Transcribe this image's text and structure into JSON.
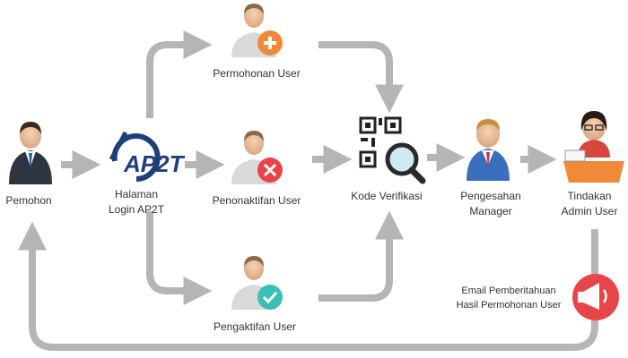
{
  "nodes": {
    "pemohon": {
      "label": "Pemohon"
    },
    "login": {
      "logo_text": "AP2T",
      "line1": "Halaman",
      "line2": "Login AP2T"
    },
    "permohonan": {
      "label": "Permohonan User"
    },
    "penonaktifan": {
      "label": "Penonaktifan User"
    },
    "pengaktifan": {
      "label": "Pengaktifan User"
    },
    "verifikasi": {
      "label": "Kode Verifikasi"
    },
    "manager": {
      "line1": "Pengesahan",
      "line2": "Manager"
    },
    "admin": {
      "line1": "Tindakan",
      "line2": "Admin User"
    },
    "email": {
      "line1": "Email Pemberitahuan",
      "line2": "Hasil Permohonan User"
    }
  },
  "icons": {
    "pemohon": "businessman-icon",
    "permohonan": "user-add-icon",
    "penonaktifan": "user-remove-icon",
    "pengaktifan": "user-check-icon",
    "verifikasi": "qr-search-icon",
    "manager": "manager-icon",
    "admin": "admin-desk-icon",
    "email": "megaphone-icon"
  },
  "colors": {
    "arrow": "#b5b5b5",
    "add_badge": "#f0893a",
    "remove_badge": "#e8454b",
    "check_badge": "#3bbfb4",
    "logo_blue": "#1f3f7a",
    "megaphone_bg": "#e8454b"
  }
}
